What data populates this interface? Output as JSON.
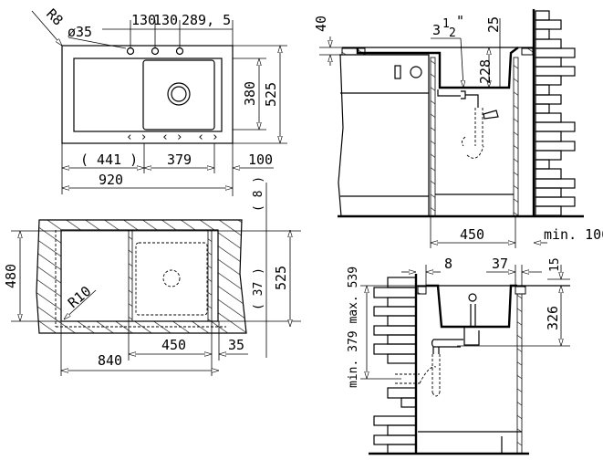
{
  "top_view": {
    "corner_radius": "R8",
    "hole_diameter": "ø35",
    "hole_spacing_1": "130",
    "hole_spacing_2": "130",
    "hole_offset": "289, 5",
    "bowl_depth": "380",
    "total_depth": "525",
    "drainer_width": "( 441 )",
    "bowl_width": "379",
    "edge_right": "100",
    "total_width": "920"
  },
  "cutout_view": {
    "cutout_depth": "480",
    "overall_depth": "525",
    "offset_top": "( 8 )",
    "offset_bottom": "( 37 )",
    "corner_radius": "R10",
    "cabinet_width": "450",
    "edge": "35",
    "cutout_width": "840"
  },
  "side_view": {
    "counter_thickness": "40",
    "drain_size": "3",
    "drain_fraction_num": "1",
    "drain_fraction_den": "2",
    "drain_unit": "\"",
    "rim_height": "25",
    "bowl_depth": "228",
    "cabinet_width": "450",
    "wall_distance": "min. 100"
  },
  "section_view": {
    "wall_gap": "8",
    "rim_overhang": "37",
    "rim_top": "15",
    "outlet_depth": "326",
    "wall_outlet_height": "min. 379 max. 539"
  }
}
